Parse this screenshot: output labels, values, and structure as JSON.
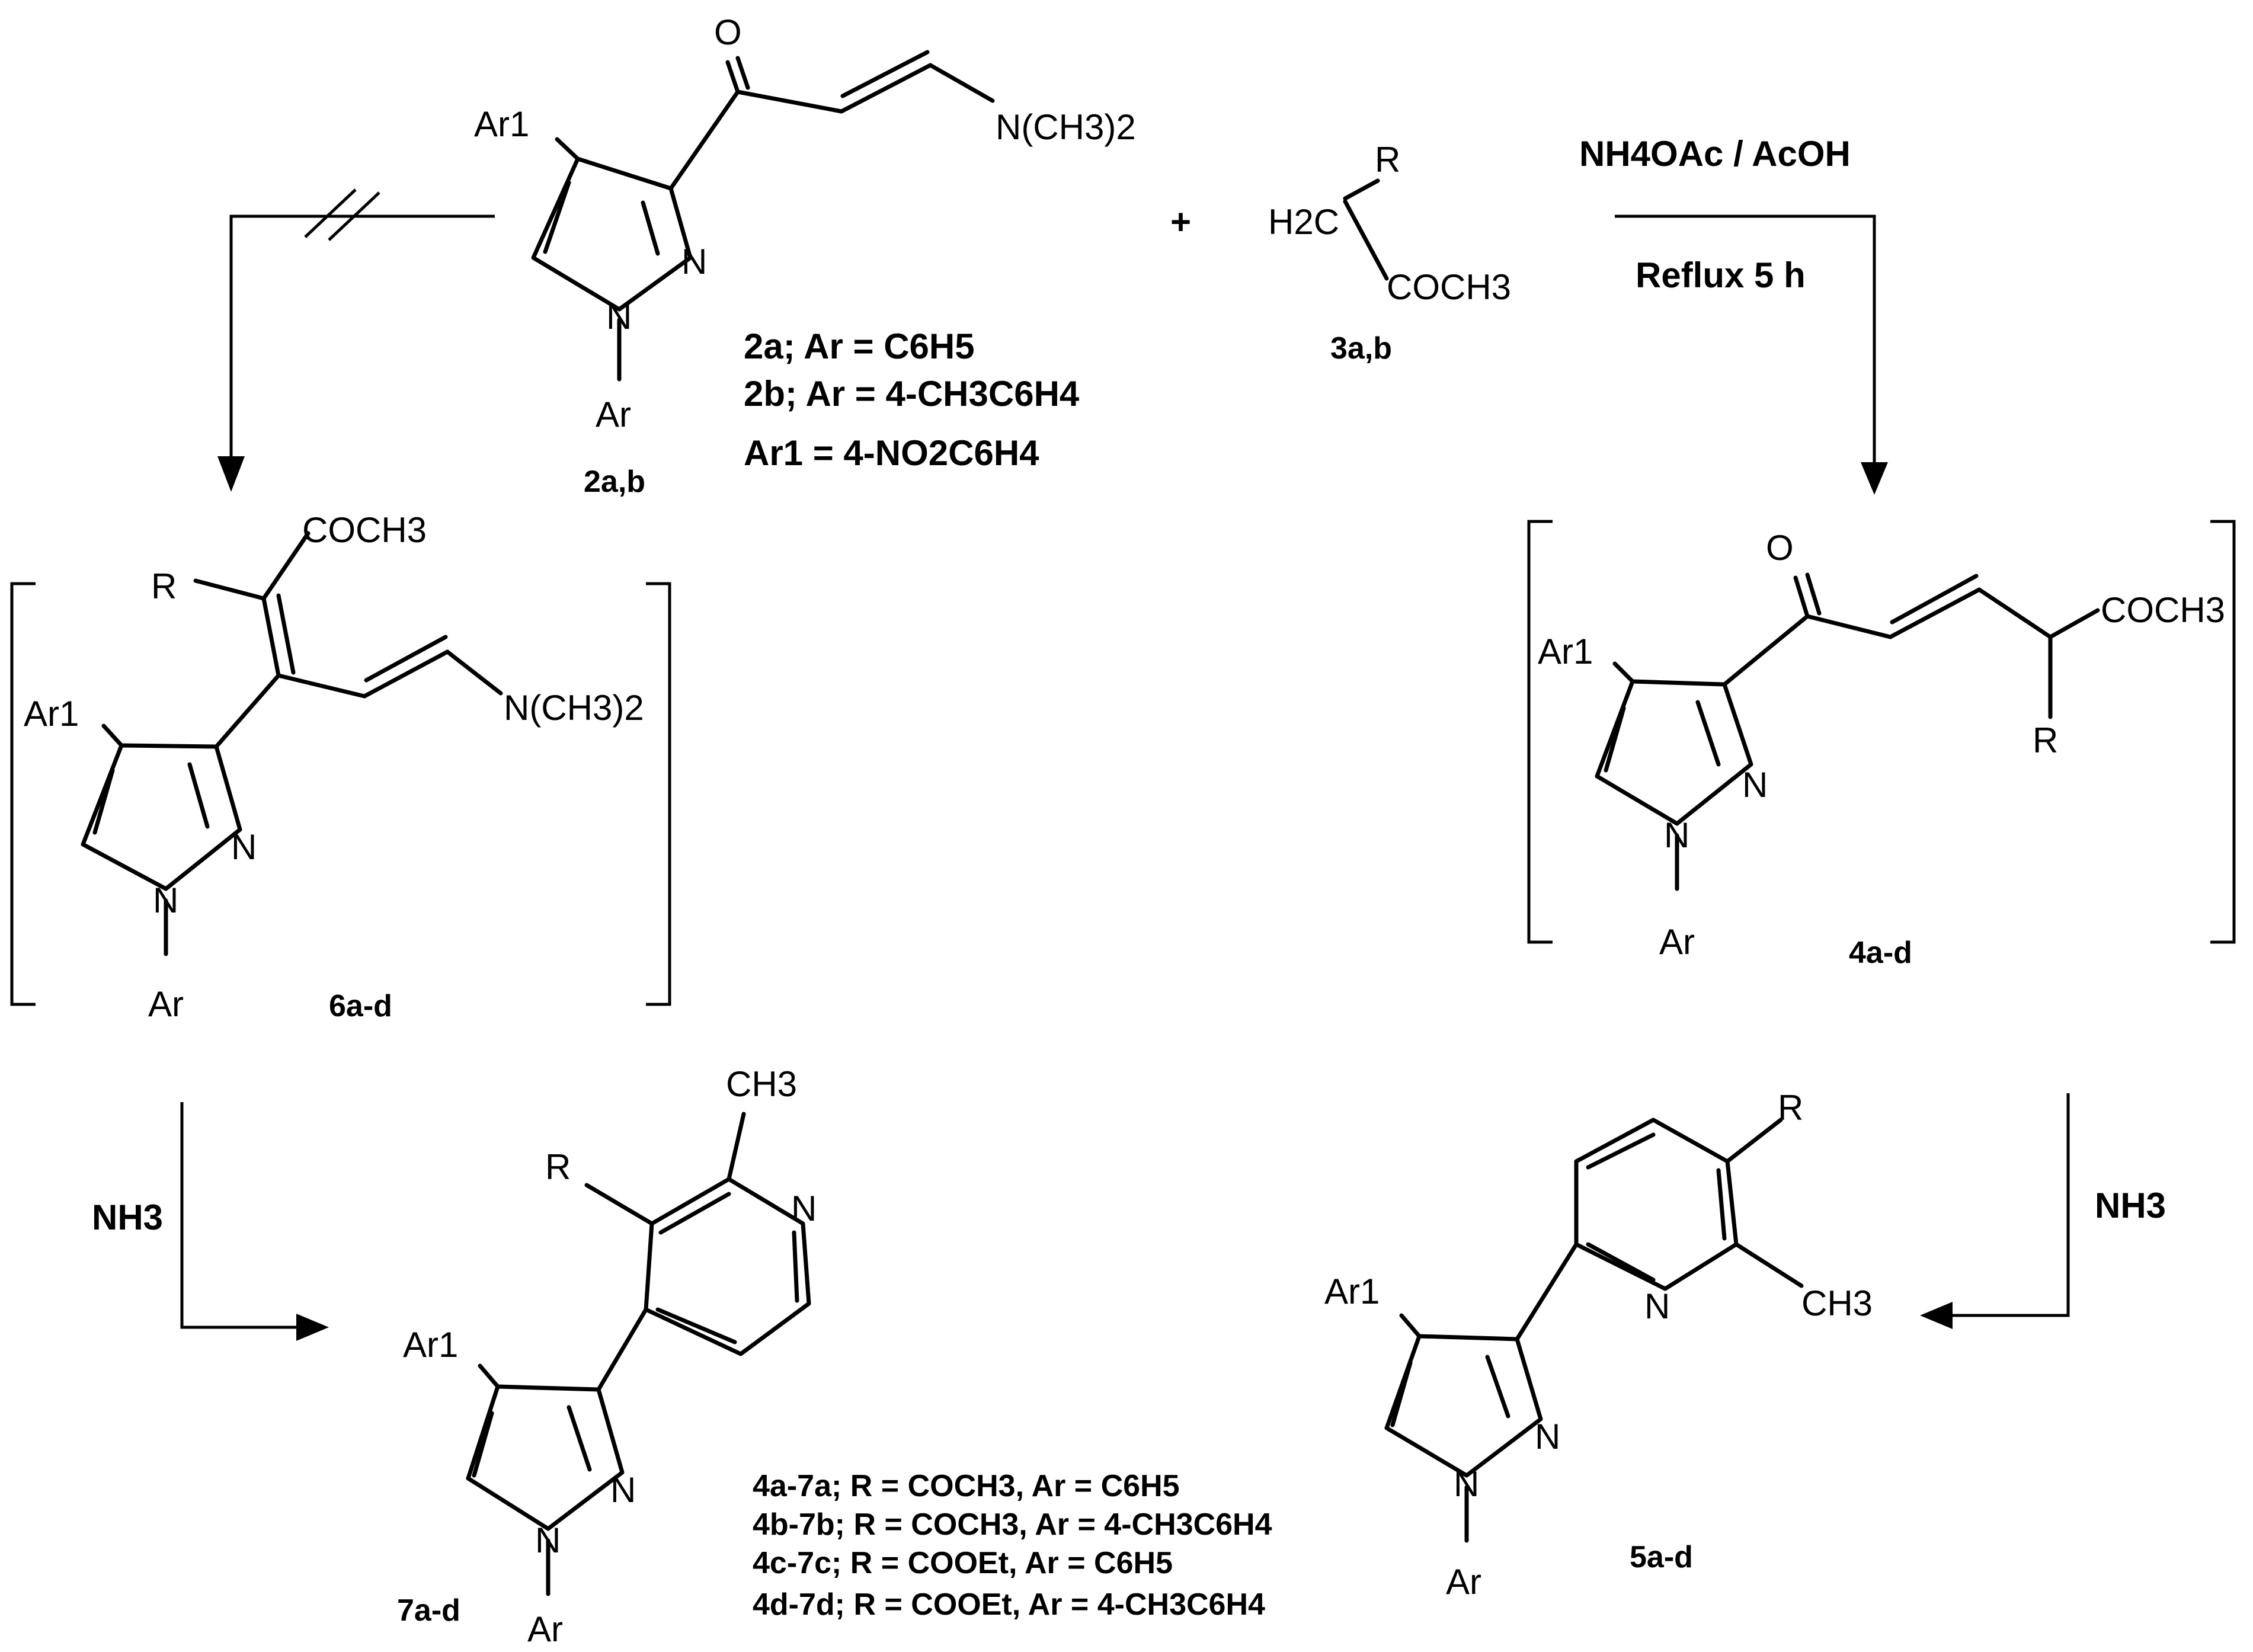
{
  "compounds": {
    "c2": {
      "id": "2a,b",
      "substituent_ar1": "Ar1",
      "substituent_ar": "Ar",
      "group_amine": "N(CH3)2",
      "atom_o": "O",
      "atom_n": "N"
    },
    "c3": {
      "id": "3a,b",
      "group_r": "R",
      "group_ch2": "H2C",
      "group_acetyl": "COCH3"
    },
    "c4": {
      "id": "4a-d",
      "atom_o": "O",
      "group_acetyl": "COCH3",
      "group_r": "R"
    },
    "c5": {
      "id": "5a-d",
      "group_r": "R",
      "group_methyl": "CH3",
      "atom_n": "N"
    },
    "c6": {
      "id": "6a-d",
      "group_acetyl": "COCH3",
      "group_r": "R",
      "group_amine": "N(CH3)2"
    },
    "c7": {
      "id": "7a-d",
      "group_methyl": "CH3",
      "group_r": "R",
      "atom_n": "N"
    }
  },
  "legend_2": [
    "2a; Ar = C6H5",
    "2b; Ar = 4-CH3C6H4",
    "Ar1 = 4-NO2C6H4"
  ],
  "legend_47": [
    "4a-7a; R = COCH3, Ar = C6H5",
    "4b-7b; R = COCH3, Ar = 4-CH3C6H4",
    "4c-7c; R = COOEt, Ar = C6H5",
    "4d-7d; R = COOEt, Ar = 4-CH3C6H4"
  ],
  "reagents": {
    "plus": "+",
    "reflux_top": "NH4OAc / AcOH",
    "reflux_bottom": "Reflux 5 h",
    "ammonia_left": "NH3",
    "ammonia_right": "NH3"
  }
}
